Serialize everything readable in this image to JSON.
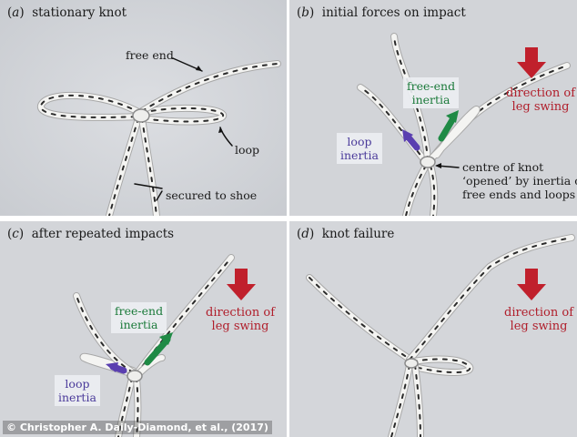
{
  "figure": {
    "panels": [
      {
        "letter": "a",
        "title": "stationary knot",
        "labels": {
          "free_end": "free end",
          "loop": "loop",
          "secured": "secured to shoe"
        }
      },
      {
        "letter": "b",
        "title": "initial forces on impact",
        "labels": {
          "free_end_inertia_1": "free-end",
          "free_end_inertia_2": "inertia",
          "loop_inertia_1": "loop",
          "loop_inertia_2": "inertia",
          "direction_1": "direction of",
          "direction_2": "leg swing",
          "centre_1": "centre of knot",
          "centre_2": "‘opened’ by inertia of",
          "centre_3": "free ends and loops"
        }
      },
      {
        "letter": "c",
        "title": "after repeated impacts",
        "labels": {
          "free_end_inertia_1": "free-end",
          "free_end_inertia_2": "inertia",
          "loop_inertia_1": "loop",
          "loop_inertia_2": "inertia",
          "direction_1": "direction of",
          "direction_2": "leg swing"
        }
      },
      {
        "letter": "d",
        "title": "knot failure",
        "labels": {
          "direction_1": "direction of",
          "direction_2": "leg swing"
        }
      }
    ],
    "credit": "© Christopher A. Daily-Diamond, et al., (2017)",
    "colors": {
      "background": "#d4d6da",
      "lace": "#f4f4f2",
      "lace_edge": "#a8a8a8",
      "stitch": "#2a2a2a",
      "red_arrow": "#c0202c",
      "green_arrow": "#1f8a45",
      "purple_arrow": "#5a3fb0"
    }
  }
}
